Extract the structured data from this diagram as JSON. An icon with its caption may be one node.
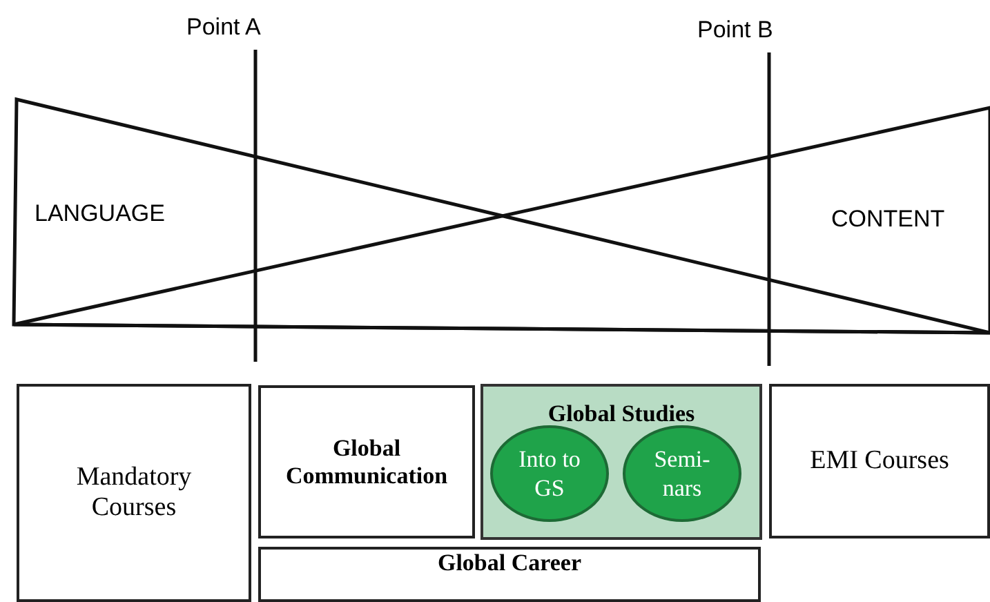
{
  "diagram": {
    "nodes": [
      {
        "text": [
          "LANGUAGE"
        ]
      },
      {
        "text": [
          "CONTENT"
        ]
      },
      {
        "text": [
          "Mandatory Courses"
        ]
      },
      {
        "text": [
          "Global Communication"
        ]
      },
      {
        "text": [
          "Global Studies"
        ]
      },
      {
        "text": [
          "Into to GS"
        ],
        "in": 4
      },
      {
        "text": [
          "Semi- nars"
        ],
        "in": 4
      },
      {
        "text": [
          "EMI Courses"
        ]
      },
      {
        "text": [
          "Global Career"
        ]
      }
    ],
    "edges": [],
    "labels": [
      "Point A",
      "Point B"
    ]
  }
}
